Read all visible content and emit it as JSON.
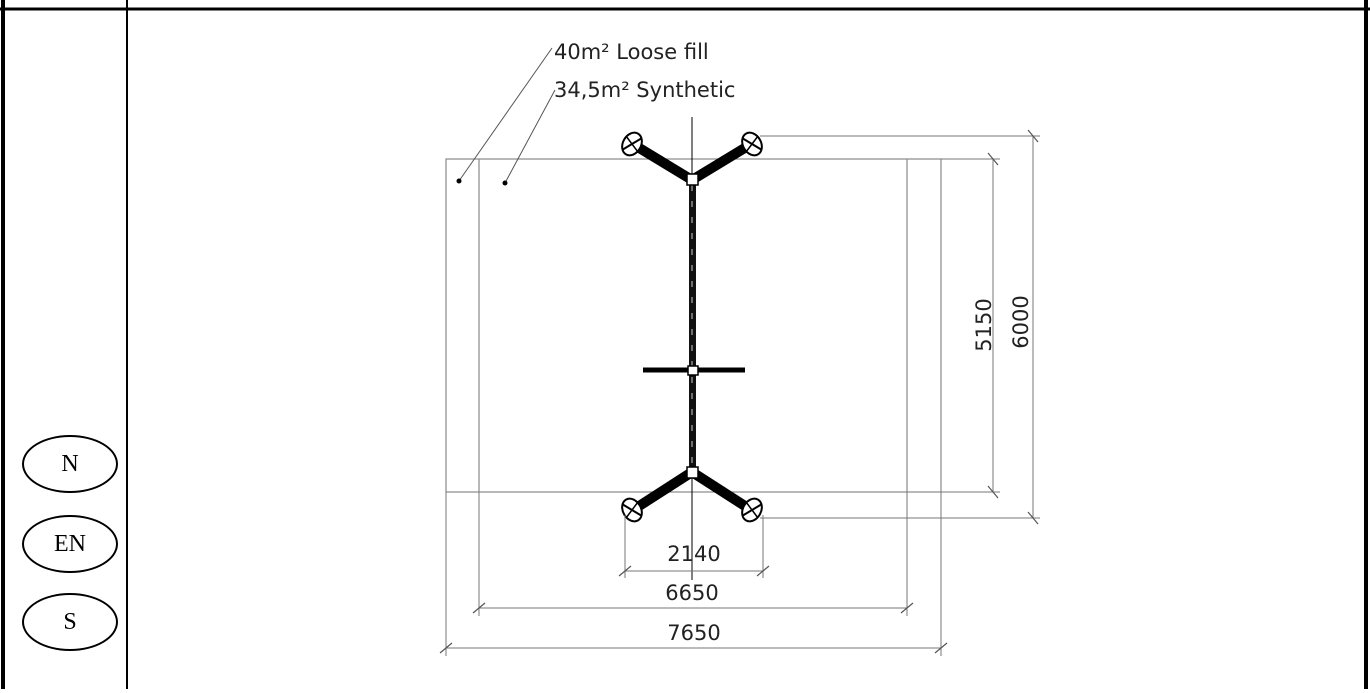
{
  "legend": {
    "standards": [
      "N",
      "EN",
      "S"
    ]
  },
  "notes": {
    "loose_fill": "40m² Loose fill",
    "synthetic": "34,5m² Synthetic"
  },
  "dimensions": {
    "seat_spacing": "2140",
    "inner_width": "6650",
    "outer_width": "7650",
    "inner_length": "5150",
    "outer_length": "6000"
  },
  "colors": {
    "line": "#000000",
    "dim_line": "#777777",
    "text": "#222222"
  }
}
